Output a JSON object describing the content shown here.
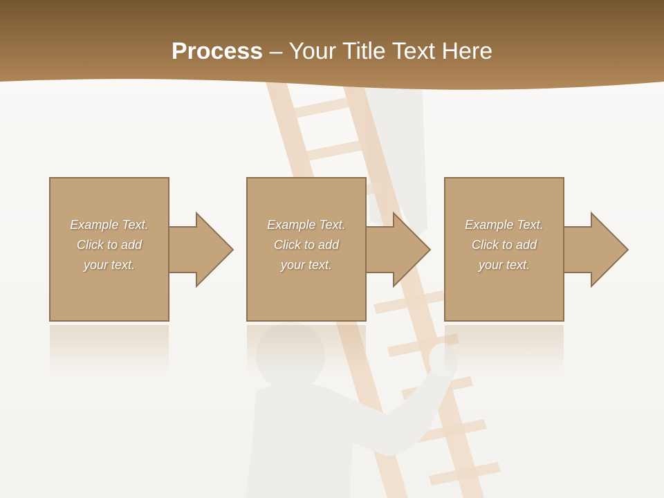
{
  "slide": {
    "title_bold": "Process",
    "title_rest": " – Your Title Text Here"
  },
  "steps": [
    {
      "line1": "Example Text.",
      "line2": "Click  to add",
      "line3": "your text."
    },
    {
      "line1": "Example Text.",
      "line2": "Click  to add",
      "line3": "your text."
    },
    {
      "line1": "Example Text.",
      "line2": "Click  to add",
      "line3": "your text."
    }
  ],
  "colors": {
    "header_dark": "#7a5a32",
    "header_light": "#b48c5c",
    "box_fill": "#c4a47c",
    "box_border": "#8a7050"
  },
  "icons": [
    "ladder-illustration",
    "climbing-figure-illustration",
    "arrow-right-icon"
  ]
}
